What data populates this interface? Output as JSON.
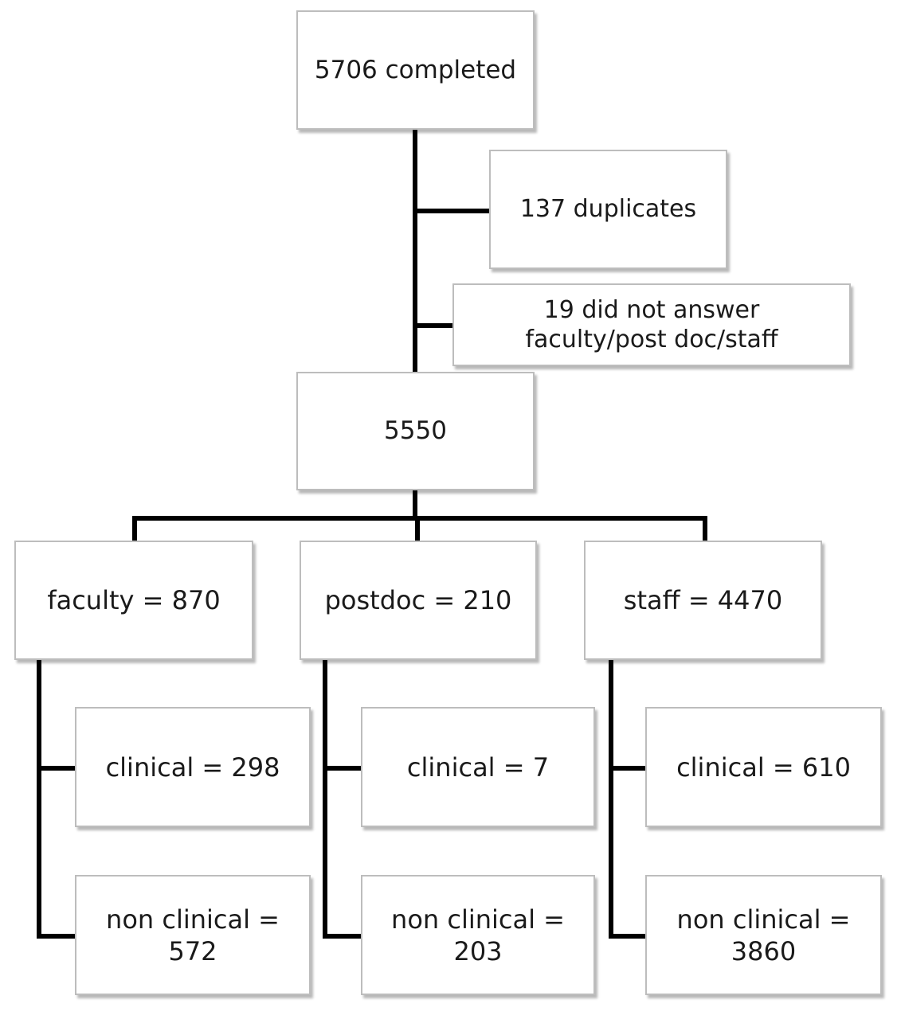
{
  "top": {
    "completed": "5706 completed"
  },
  "exclusions": {
    "duplicates": "137 duplicates",
    "no_answer": "19 did not answer faculty/post doc/staff"
  },
  "total": "5550",
  "groups": {
    "faculty": {
      "label": "faculty = 870",
      "clinical": "clinical = 298",
      "non_clinical": "non clinical = 572"
    },
    "postdoc": {
      "label": "postdoc = 210",
      "clinical": "clinical = 7",
      "non_clinical": "non clinical = 203"
    },
    "staff": {
      "label": "staff = 4470",
      "clinical": "clinical = 610",
      "non_clinical": "non clinical = 3860"
    }
  }
}
